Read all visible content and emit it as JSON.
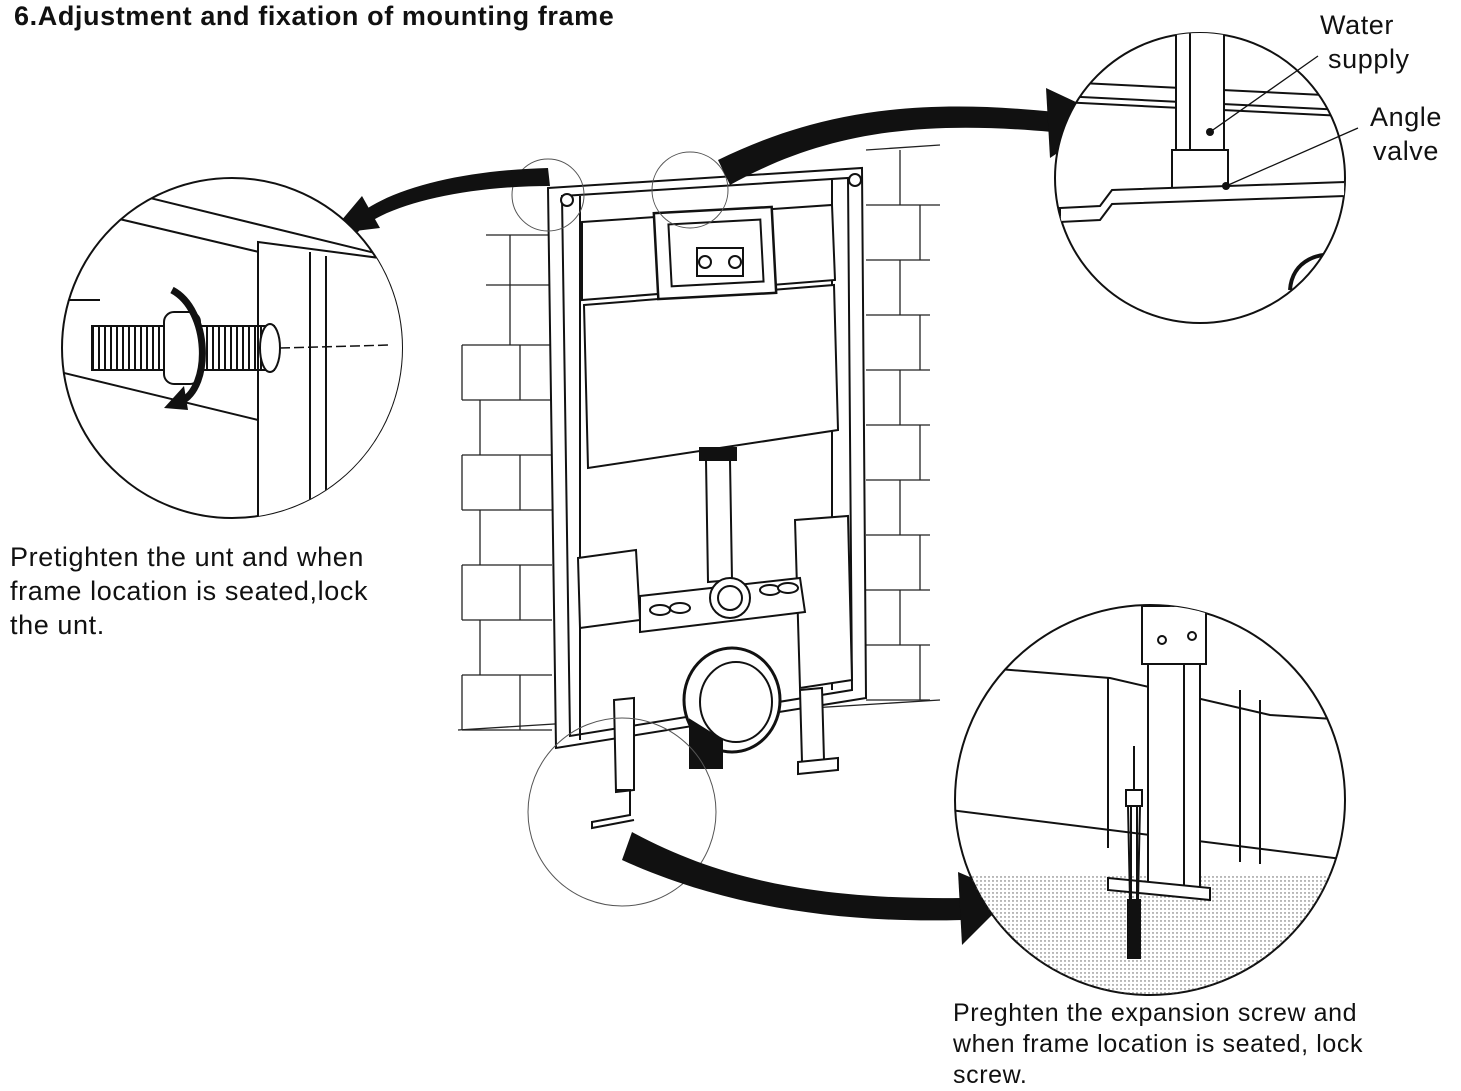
{
  "title": "6.Adjustment and fixation of mounting frame",
  "labels": {
    "water_supply": [
      "Water",
      "supply"
    ],
    "angle_valve": [
      "Angle",
      "valve"
    ]
  },
  "captions": {
    "left": [
      "Pretighten the unt and when",
      "frame location is seated,lock",
      "the unt."
    ],
    "right": [
      "Preghten the expansion screw and",
      "when frame location is seated, lock",
      "screw."
    ]
  },
  "colors": {
    "ink": "#111111",
    "paper": "#ffffff",
    "ground": "#d9d9d9"
  },
  "icons": [
    "curved-arrow-icon",
    "rotation-arrow-icon",
    "screw-icon"
  ]
}
